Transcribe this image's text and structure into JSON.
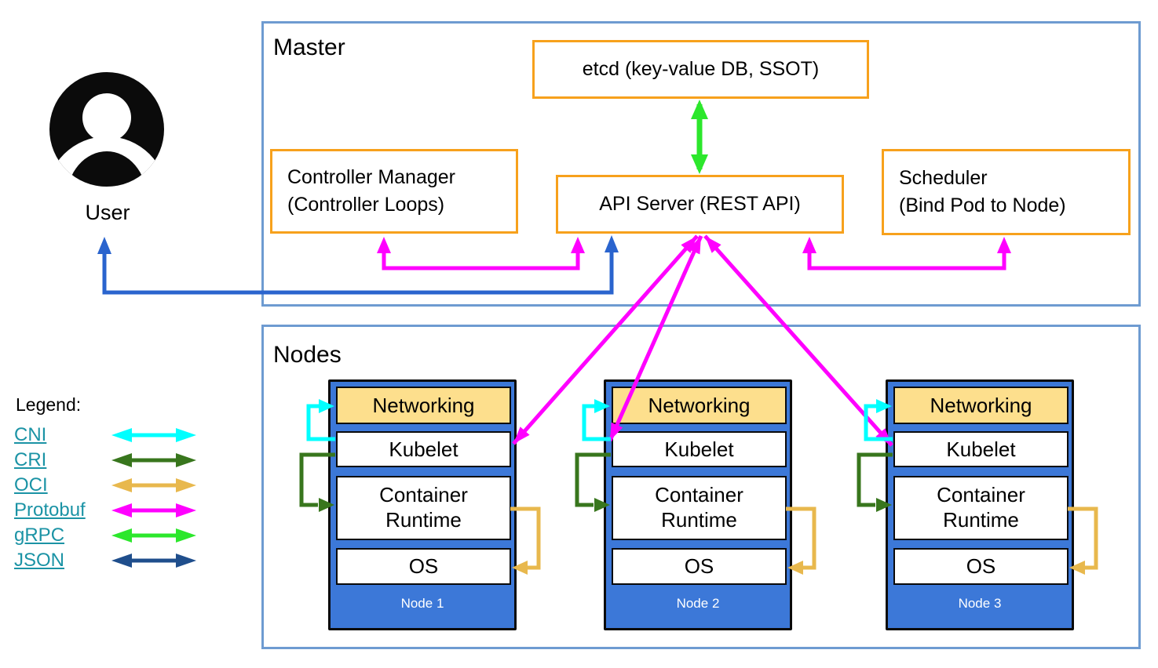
{
  "user": {
    "label": "User"
  },
  "master": {
    "title": "Master",
    "etcd_label": "etcd (key-value DB, SSOT)",
    "controller_manager_line1": "Controller Manager",
    "controller_manager_line2": "(Controller Loops)",
    "api_server_label": "API Server (REST API)",
    "scheduler_line1": "Scheduler",
    "scheduler_line2": "(Bind Pod to Node)"
  },
  "nodes_section": {
    "title": "Nodes",
    "layers": {
      "networking": "Networking",
      "kubelet": "Kubelet",
      "container_runtime": "Container Runtime",
      "os": "OS"
    },
    "nodes": [
      {
        "name": "Node 1"
      },
      {
        "name": "Node 2"
      },
      {
        "name": "Node 3"
      }
    ]
  },
  "legend": {
    "title": "Legend:",
    "items": [
      {
        "label": "CNI"
      },
      {
        "label": "CRI"
      },
      {
        "label": "OCI"
      },
      {
        "label": "Protobuf"
      },
      {
        "label": "gRPC"
      },
      {
        "label": "JSON"
      }
    ]
  },
  "colors": {
    "cni": "#00FFFF",
    "cri": "#38761D",
    "oci": "#E8B84D",
    "protobuf": "#FF00FF",
    "grpc": "#2CE72C",
    "json": "#1F4E8C",
    "user_api_blue": "#2A64CE",
    "frame": "#6E9BD1",
    "box_border": "#F7A11C",
    "node_fill": "#3C78D8",
    "networking_fill": "#FDDF8D",
    "link": "#1B93A5"
  }
}
